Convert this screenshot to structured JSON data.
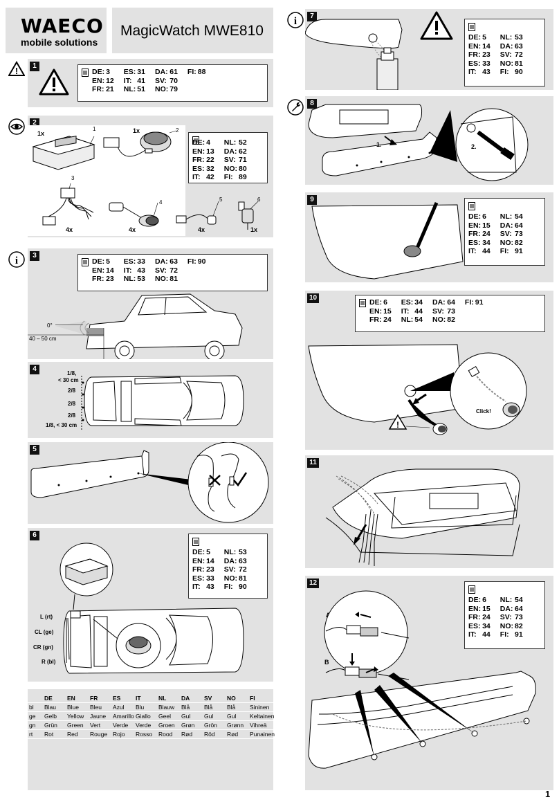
{
  "header": {
    "brand": "WAECO",
    "tagline": "mobile solutions",
    "product": "MagicWatch MWE810"
  },
  "page_number": "1",
  "steps": {
    "s1": {
      "num": "1",
      "refs": [
        [
          "DE:",
          "3",
          "ES:",
          "31",
          "DA:",
          "61",
          "FI:",
          "88"
        ],
        [
          "EN:",
          "12",
          "IT:",
          "41",
          "SV:",
          "70",
          "",
          ""
        ],
        [
          "FR:",
          "21",
          "NL:",
          "51",
          "NO:",
          "79",
          "",
          ""
        ]
      ]
    },
    "s2": {
      "num": "2",
      "refs": [
        [
          "DE:",
          "4",
          "NL:",
          "52"
        ],
        [
          "EN:",
          "13",
          "DA:",
          "62"
        ],
        [
          "FR:",
          "22",
          "SV:",
          "71"
        ],
        [
          "ES:",
          "32",
          "NO:",
          "80"
        ],
        [
          "IT:",
          "42",
          "FI:",
          "89"
        ]
      ],
      "parts": [
        {
          "qty": "1x",
          "n": "1"
        },
        {
          "qty": "1x",
          "n": "2"
        },
        {
          "qty": "4x",
          "n": "3"
        },
        {
          "qty": "4x",
          "n": "4"
        },
        {
          "qty": "4x",
          "n": "5"
        },
        {
          "qty": "1x",
          "n": "6"
        }
      ]
    },
    "s3": {
      "num": "3",
      "refs": [
        [
          "DE:",
          "5",
          "ES:",
          "33",
          "DA:",
          "63",
          "FI:",
          "90"
        ],
        [
          "EN:",
          "14",
          "IT:",
          "43",
          "SV:",
          "72",
          "",
          ""
        ],
        [
          "FR:",
          "23",
          "NL:",
          "53",
          "NO:",
          "81",
          "",
          ""
        ]
      ],
      "angle": "0°",
      "distance": "40 – 50 cm"
    },
    "s4": {
      "num": "4",
      "labels": [
        "1/8,",
        "< 30 cm",
        "2/8",
        "2/8",
        "2/8",
        "1/8, < 30 cm"
      ]
    },
    "s5": {
      "num": "5"
    },
    "s6": {
      "num": "6",
      "refs": [
        [
          "DE:",
          "5",
          "NL:",
          "53"
        ],
        [
          "EN:",
          "14",
          "DA:",
          "63"
        ],
        [
          "FR:",
          "23",
          "SV:",
          "72"
        ],
        [
          "ES:",
          "33",
          "NO:",
          "81"
        ],
        [
          "IT:",
          "43",
          "FI:",
          "90"
        ]
      ],
      "labels": [
        "L (rt)",
        "CL (ge)",
        "CR (gn)",
        "R (bl)"
      ]
    },
    "s7": {
      "num": "7",
      "refs": [
        [
          "DE:",
          "5",
          "NL:",
          "53"
        ],
        [
          "EN:",
          "14",
          "DA:",
          "63"
        ],
        [
          "FR:",
          "23",
          "SV:",
          "72"
        ],
        [
          "ES:",
          "33",
          "NO:",
          "81"
        ],
        [
          "IT:",
          "43",
          "FI:",
          "90"
        ]
      ]
    },
    "s8": {
      "num": "8",
      "label1": "1.",
      "label2": "2."
    },
    "s9": {
      "num": "9",
      "refs": [
        [
          "DE:",
          "6",
          "NL:",
          "54"
        ],
        [
          "EN:",
          "15",
          "DA:",
          "64"
        ],
        [
          "FR:",
          "24",
          "SV:",
          "73"
        ],
        [
          "ES:",
          "34",
          "NO:",
          "82"
        ],
        [
          "IT:",
          "44",
          "FI:",
          "91"
        ]
      ]
    },
    "s10": {
      "num": "10",
      "refs": [
        [
          "DE:",
          "6",
          "ES:",
          "34",
          "DA:",
          "64",
          "FI:",
          "91"
        ],
        [
          "EN:",
          "15",
          "IT:",
          "44",
          "SV:",
          "73",
          "",
          ""
        ],
        [
          "FR:",
          "24",
          "NL:",
          "54",
          "NO:",
          "82",
          "",
          ""
        ]
      ],
      "click": "Click!"
    },
    "s11": {
      "num": "11"
    },
    "s12": {
      "num": "12",
      "refs": [
        [
          "DE:",
          "6",
          "NL:",
          "54"
        ],
        [
          "EN:",
          "15",
          "DA:",
          "64"
        ],
        [
          "FR:",
          "24",
          "SV:",
          "73"
        ],
        [
          "ES:",
          "34",
          "NO:",
          "82"
        ],
        [
          "IT:",
          "44",
          "FI:",
          "91"
        ]
      ],
      "labelA": "A",
      "labelB": "B"
    }
  },
  "color_table": {
    "headers": [
      "",
      "DE",
      "EN",
      "FR",
      "ES",
      "IT",
      "NL",
      "DA",
      "SV",
      "NO",
      "FI"
    ],
    "rows": [
      [
        "bl",
        "Blau",
        "Blue",
        "Bleu",
        "Azul",
        "Blu",
        "Blauw",
        "Blå",
        "Blå",
        "Blå",
        "Sininen"
      ],
      [
        "ge",
        "Gelb",
        "Yellow",
        "Jaune",
        "Amarillo",
        "Giallo",
        "Geel",
        "Gul",
        "Gul",
        "Gul",
        "Keltainen"
      ],
      [
        "gn",
        "Grün",
        "Green",
        "Vert",
        "Verde",
        "Verde",
        "Groen",
        "Grøn",
        "Grön",
        "Grønn",
        "Vihreä"
      ],
      [
        "rt",
        "Rot",
        "Red",
        "Rouge",
        "Rojo",
        "Rosso",
        "Rood",
        "Rød",
        "Röd",
        "Rød",
        "Punainen"
      ]
    ]
  },
  "colors": {
    "panel": "#e2e2e2",
    "dark": "#111111"
  }
}
